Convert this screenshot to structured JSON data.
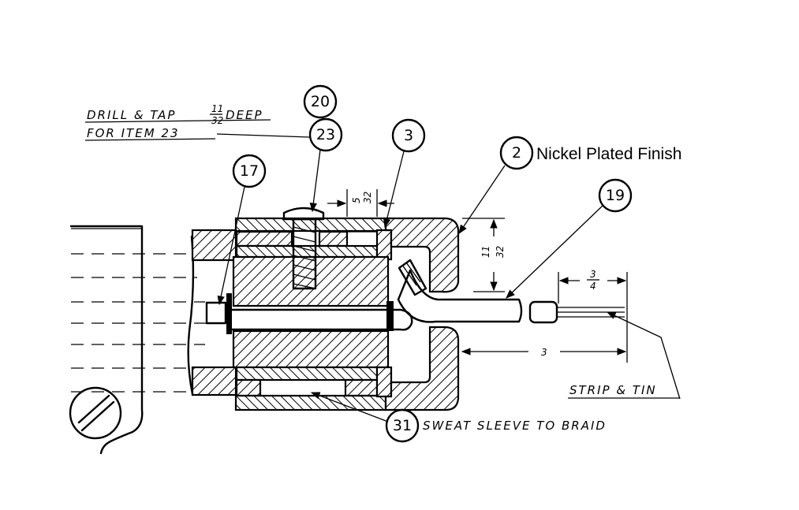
{
  "notes": {
    "drill_tap_prefix": "DRILL & TAP",
    "drill_tap_frac_num": "11",
    "drill_tap_frac_den": "32",
    "drill_tap_suffix": "DEEP",
    "for_item": "FOR ITEM  23",
    "sweat_sleeve": "SWEAT SLEEVE  TO BRAID",
    "strip_tin": "STRIP & TIN",
    "nickel_plated": "Nickel Plated Finish"
  },
  "balloons": {
    "b20": "20",
    "b23": "23",
    "b3": "3",
    "b17": "17",
    "b2": "2",
    "b19": "19",
    "b31": "31"
  },
  "dimensions": {
    "d5_32_num": "5",
    "d5_32_den": "32",
    "d11_32_num": "11",
    "d11_32_den": "32",
    "d3_4_num": "3",
    "d3_4_den": "4",
    "d3": "3"
  }
}
